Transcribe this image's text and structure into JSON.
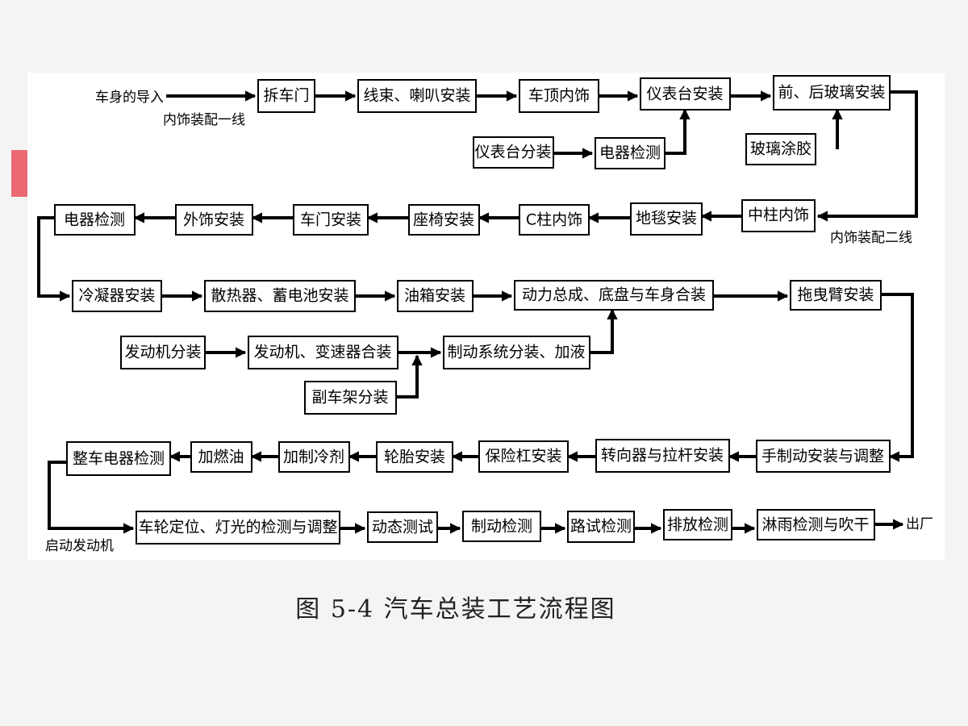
{
  "boxes": [
    "拆车门",
    "线束、喇叭安装",
    "车顶内饰",
    "仪表台安装",
    "前、后玻璃安装",
    "仪表台分装",
    "电器检测",
    "玻璃涂胶",
    "电器检测",
    "外饰安装",
    "车门安装",
    "座椅安装",
    "C柱内饰",
    "地毯安装",
    "中柱内饰",
    "冷凝器安装",
    "散热器、蓄电池安装",
    "油箱安装",
    "动力总成、底盘与车身合装",
    "拖曳臂安装",
    "发动机分装",
    "发动机、变速器合装",
    "制动系统分装、加液",
    "副车架分装",
    "整车电器检测",
    "加燃油",
    "加制冷剂",
    "轮胎安装",
    "保险杠安装",
    "转向器与拉杆安装",
    "手制动安装与调整",
    "车轮定位、灯光的检测与调整",
    "动态测试",
    "制动检测",
    "路试检测",
    "排放检测",
    "淋雨检测与吹干"
  ],
  "labels": {
    "body_input": "车身的导入",
    "line1": "内饰装配一线",
    "line2": "内饰装配二线",
    "start_engine": "启动发动机",
    "exit": "出厂"
  },
  "caption": "图 5-4   汽车总装工艺流程图"
}
